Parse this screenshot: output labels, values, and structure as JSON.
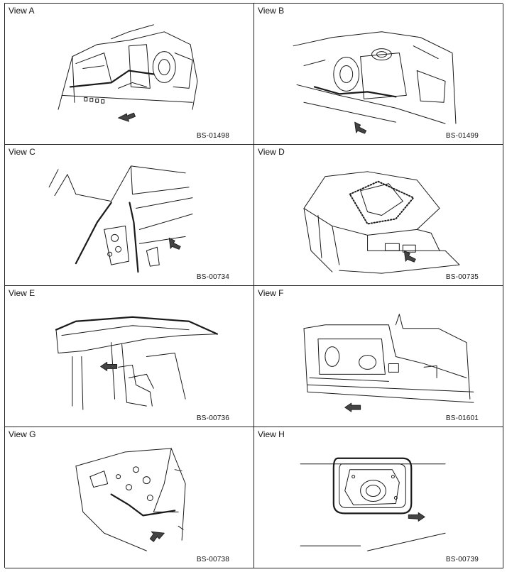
{
  "views": [
    {
      "label": "View A",
      "code": "BS-01498",
      "icon": "arrow-down-left-icon"
    },
    {
      "label": "View B",
      "code": "BS-01499",
      "icon": "arrow-down-right-icon"
    },
    {
      "label": "View C",
      "code": "BS-00734",
      "icon": "arrow-down-right-icon"
    },
    {
      "label": "View D",
      "code": "BS-00735",
      "icon": "arrow-down-right-icon"
    },
    {
      "label": "View E",
      "code": "BS-00736",
      "icon": "arrow-left-icon"
    },
    {
      "label": "View F",
      "code": "BS-01601",
      "icon": "arrow-left-icon"
    },
    {
      "label": "View G",
      "code": "BS-00738",
      "icon": "arrow-down-left-icon"
    },
    {
      "label": "View H",
      "code": "BS-00739",
      "icon": "arrow-right-icon"
    }
  ]
}
